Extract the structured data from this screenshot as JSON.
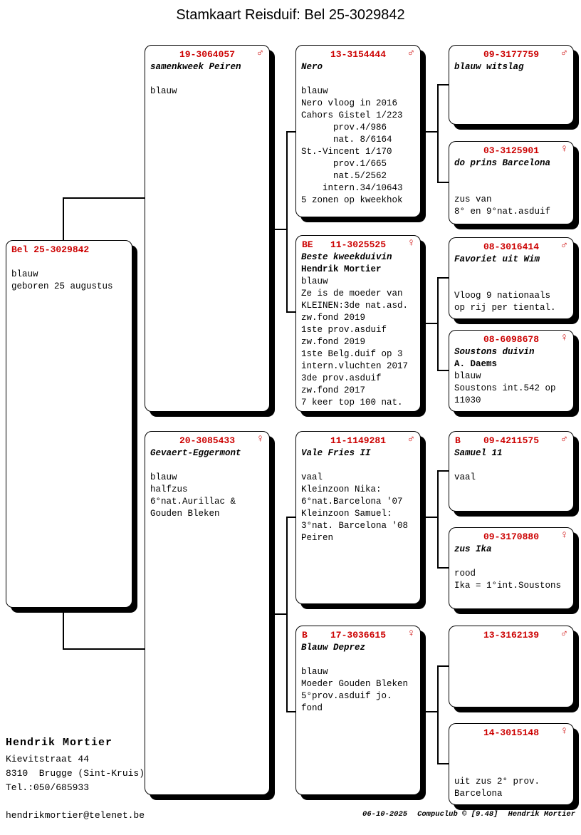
{
  "title": "Stamkaart Reisduif: Bel 25-3029842",
  "colors": {
    "accent_red": "#cc0000",
    "line_black": "#000000"
  },
  "icons": {
    "male": "♂",
    "female": "♀"
  },
  "boxes": [
    {
      "prefix": "",
      "ring": "19-3064057",
      "sex": "♂",
      "name": "samenkweek Peiren",
      "lines": [
        "",
        "blauw"
      ]
    },
    {
      "prefix": "",
      "ring": "13-3154444",
      "sex": "♂",
      "name": "Nero",
      "lines": [
        "",
        "blauw",
        "Nero vloog in 2016",
        "Cahors Gistel 1/223",
        "      prov.4/986",
        "      nat. 8/6164",
        "St.-Vincent 1/170",
        "      prov.1/665",
        "      nat.5/2562",
        "    intern.34/10643",
        "5 zonen op kweekhok"
      ]
    },
    {
      "prefix": "",
      "ring": "09-3177759",
      "sex": "♂",
      "name": "blauw witslag",
      "lines": []
    },
    {
      "prefix": "",
      "ring": "03-3125901",
      "sex": "♀",
      "name": "do prins Barcelona",
      "lines": [
        "",
        "",
        "zus van",
        "8° en 9°nat.asduif"
      ]
    },
    {
      "prefix": "",
      "ring": "Bel 25-3029842",
      "sex": "",
      "name": "",
      "lines": [
        "",
        "blauw",
        "geboren 25 augustus"
      ]
    },
    {
      "prefix": "BE",
      "ring": "11-3025525",
      "sex": "♀",
      "name": "Beste kweekduivin",
      "name2": "Hendrik Mortier",
      "lines": [
        "blauw",
        "Ze is de moeder van",
        "KLEINEN:3de nat.asd.",
        "zw.fond 2019",
        "1ste prov.asduif",
        "zw.fond 2019",
        "1ste Belg.duif op 3",
        "intern.vluchten 2017",
        "3de prov.asduif",
        "zw.fond 2017",
        "7 keer top 100 nat."
      ]
    },
    {
      "prefix": "",
      "ring": "08-3016414",
      "sex": "♂",
      "name": "Favoriet uit Wim",
      "lines": [
        "",
        "",
        "Vloog 9 nationaals",
        "op rij per tiental."
      ]
    },
    {
      "prefix": "",
      "ring": "08-6098678",
      "sex": "♀",
      "name": "Soustons duivin",
      "name2": "A. Daems",
      "lines": [
        "blauw",
        "Soustons int.542 op",
        "11030"
      ]
    },
    {
      "prefix": "",
      "ring": "20-3085433",
      "sex": "♀",
      "name": "Gevaert-Eggermont",
      "lines": [
        "",
        "blauw",
        "halfzus",
        "6°nat.Aurillac &",
        "Gouden Bleken"
      ]
    },
    {
      "prefix": "",
      "ring": "11-1149281",
      "sex": "♂",
      "name": "Vale Fries II",
      "lines": [
        "",
        "vaal",
        "Kleinzoon Nika:",
        "6°nat.Barcelona '07",
        "Kleinzoon Samuel:",
        "3°nat. Barcelona '08",
        "Peiren"
      ]
    },
    {
      "prefix": "B",
      "ring": "09-4211575",
      "sex": "♂",
      "name": "Samuel 11",
      "lines": [
        "",
        "vaal"
      ]
    },
    {
      "prefix": "",
      "ring": "09-3170880",
      "sex": "♀",
      "name": "zus Ika",
      "lines": [
        "",
        "rood",
        "Ika = 1°int.Soustons"
      ]
    },
    {
      "prefix": "B",
      "ring": "17-3036615",
      "sex": "♀",
      "name": "Blauw Deprez",
      "lines": [
        "",
        "blauw",
        "Moeder Gouden Bleken",
        "5°prov.asduif jo.",
        "fond"
      ]
    },
    {
      "prefix": "",
      "ring": "13-3162139",
      "sex": "♂",
      "name": "",
      "lines": []
    },
    {
      "prefix": "",
      "ring": "14-3015148",
      "sex": "♀",
      "name": "",
      "lines": [
        "",
        "",
        "uit zus 2° prov.",
        "Barcelona"
      ]
    }
  ],
  "owner": {
    "name": "Hendrik Mortier",
    "address_lines": [
      "Kievitstraat 44",
      "8310  Brugge (Sint-Kruis)",
      "Tel.:050/685933"
    ],
    "email": "hendrikmortier@telenet.be"
  },
  "footer": {
    "date": "06-10-2025",
    "software": "Compuclub © [9.48]",
    "author": "Hendrik Mortier"
  }
}
